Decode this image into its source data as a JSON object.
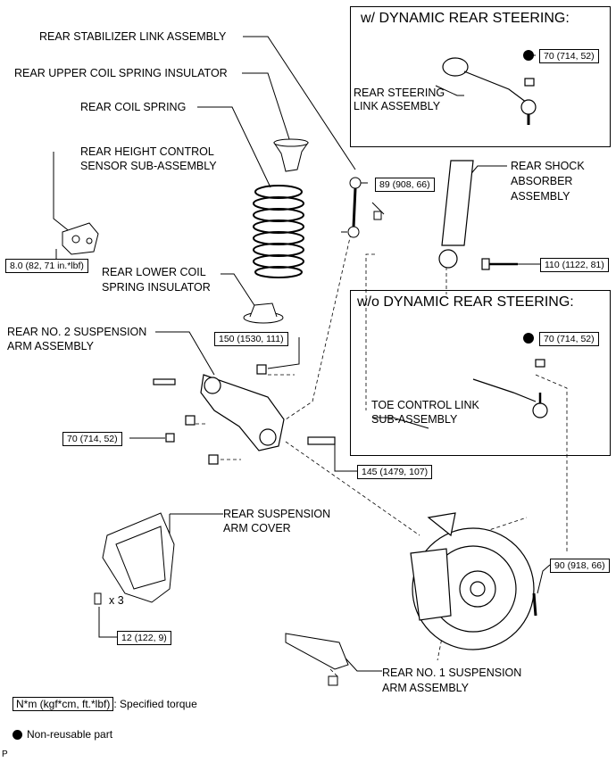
{
  "labels": {
    "stabilizer_link": "REAR STABILIZER LINK ASSEMBLY",
    "upper_insulator": "REAR UPPER COIL SPRING INSULATOR",
    "coil_spring": "REAR COIL SPRING",
    "height_sensor_1": "REAR HEIGHT CONTROL",
    "height_sensor_2": "SENSOR SUB-ASSEMBLY",
    "shock_1": "REAR SHOCK",
    "shock_2": "ABSORBER",
    "shock_3": "ASSEMBLY",
    "lower_insulator_1": "REAR LOWER COIL",
    "lower_insulator_2": "SPRING INSULATOR",
    "no2_arm_1": "REAR NO. 2 SUSPENSION",
    "no2_arm_2": "ARM ASSEMBLY",
    "arm_cover_1": "REAR SUSPENSION",
    "arm_cover_2": "ARM COVER",
    "no1_arm_1": "REAR NO. 1 SUSPENSION",
    "no1_arm_2": "ARM ASSEMBLY",
    "steering_link_1": "REAR STEERING",
    "steering_link_2": "LINK ASSEMBLY",
    "toe_link_1": "TOE CONTROL LINK",
    "toe_link_2": "SUB-ASSEMBLY",
    "qty": "x 3"
  },
  "boxes": {
    "with_drs": "w/ DYNAMIC REAR STEERING:",
    "without_drs": "w/o DYNAMIC REAR STEERING:"
  },
  "torques": {
    "t_steer": "70 (714, 52)",
    "t_link": "89 (908, 66)",
    "t_shock": "110 (1122, 81)",
    "t_sensor": "8.0 (82, 71 in.*lbf)",
    "t_toe": "70 (714, 52)",
    "t_arm2": "150 (1530, 111)",
    "t_arm_nut": "70 (714, 52)",
    "t_arm_bolt": "145 (1479, 107)",
    "t_knuckle": "90 (918, 66)",
    "t_cover": "12 (122, 9)"
  },
  "legend": {
    "unit": "N*m (kgf*cm, ft.*lbf)",
    "unit_desc": ": Specified torque",
    "nonreusable": "Non-reusable part"
  },
  "footer": "P"
}
